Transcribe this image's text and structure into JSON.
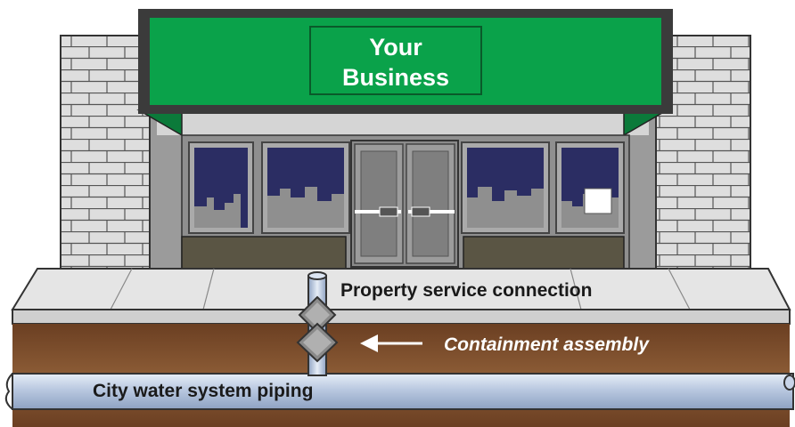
{
  "sign": {
    "line1": "Your",
    "line2": "Business"
  },
  "labels": {
    "property_connection": "Property service connection",
    "containment": "Containment assembly",
    "city_piping": "City water system piping"
  },
  "colors": {
    "sign_green": "#0aa24a",
    "window_night": "#2b2d63",
    "soil_brown": "#8a5a35",
    "pipe_blue": "#b7c7e0",
    "brick_gray": "#dcdcdc",
    "sidewalk_gray": "#e5e5e5"
  }
}
